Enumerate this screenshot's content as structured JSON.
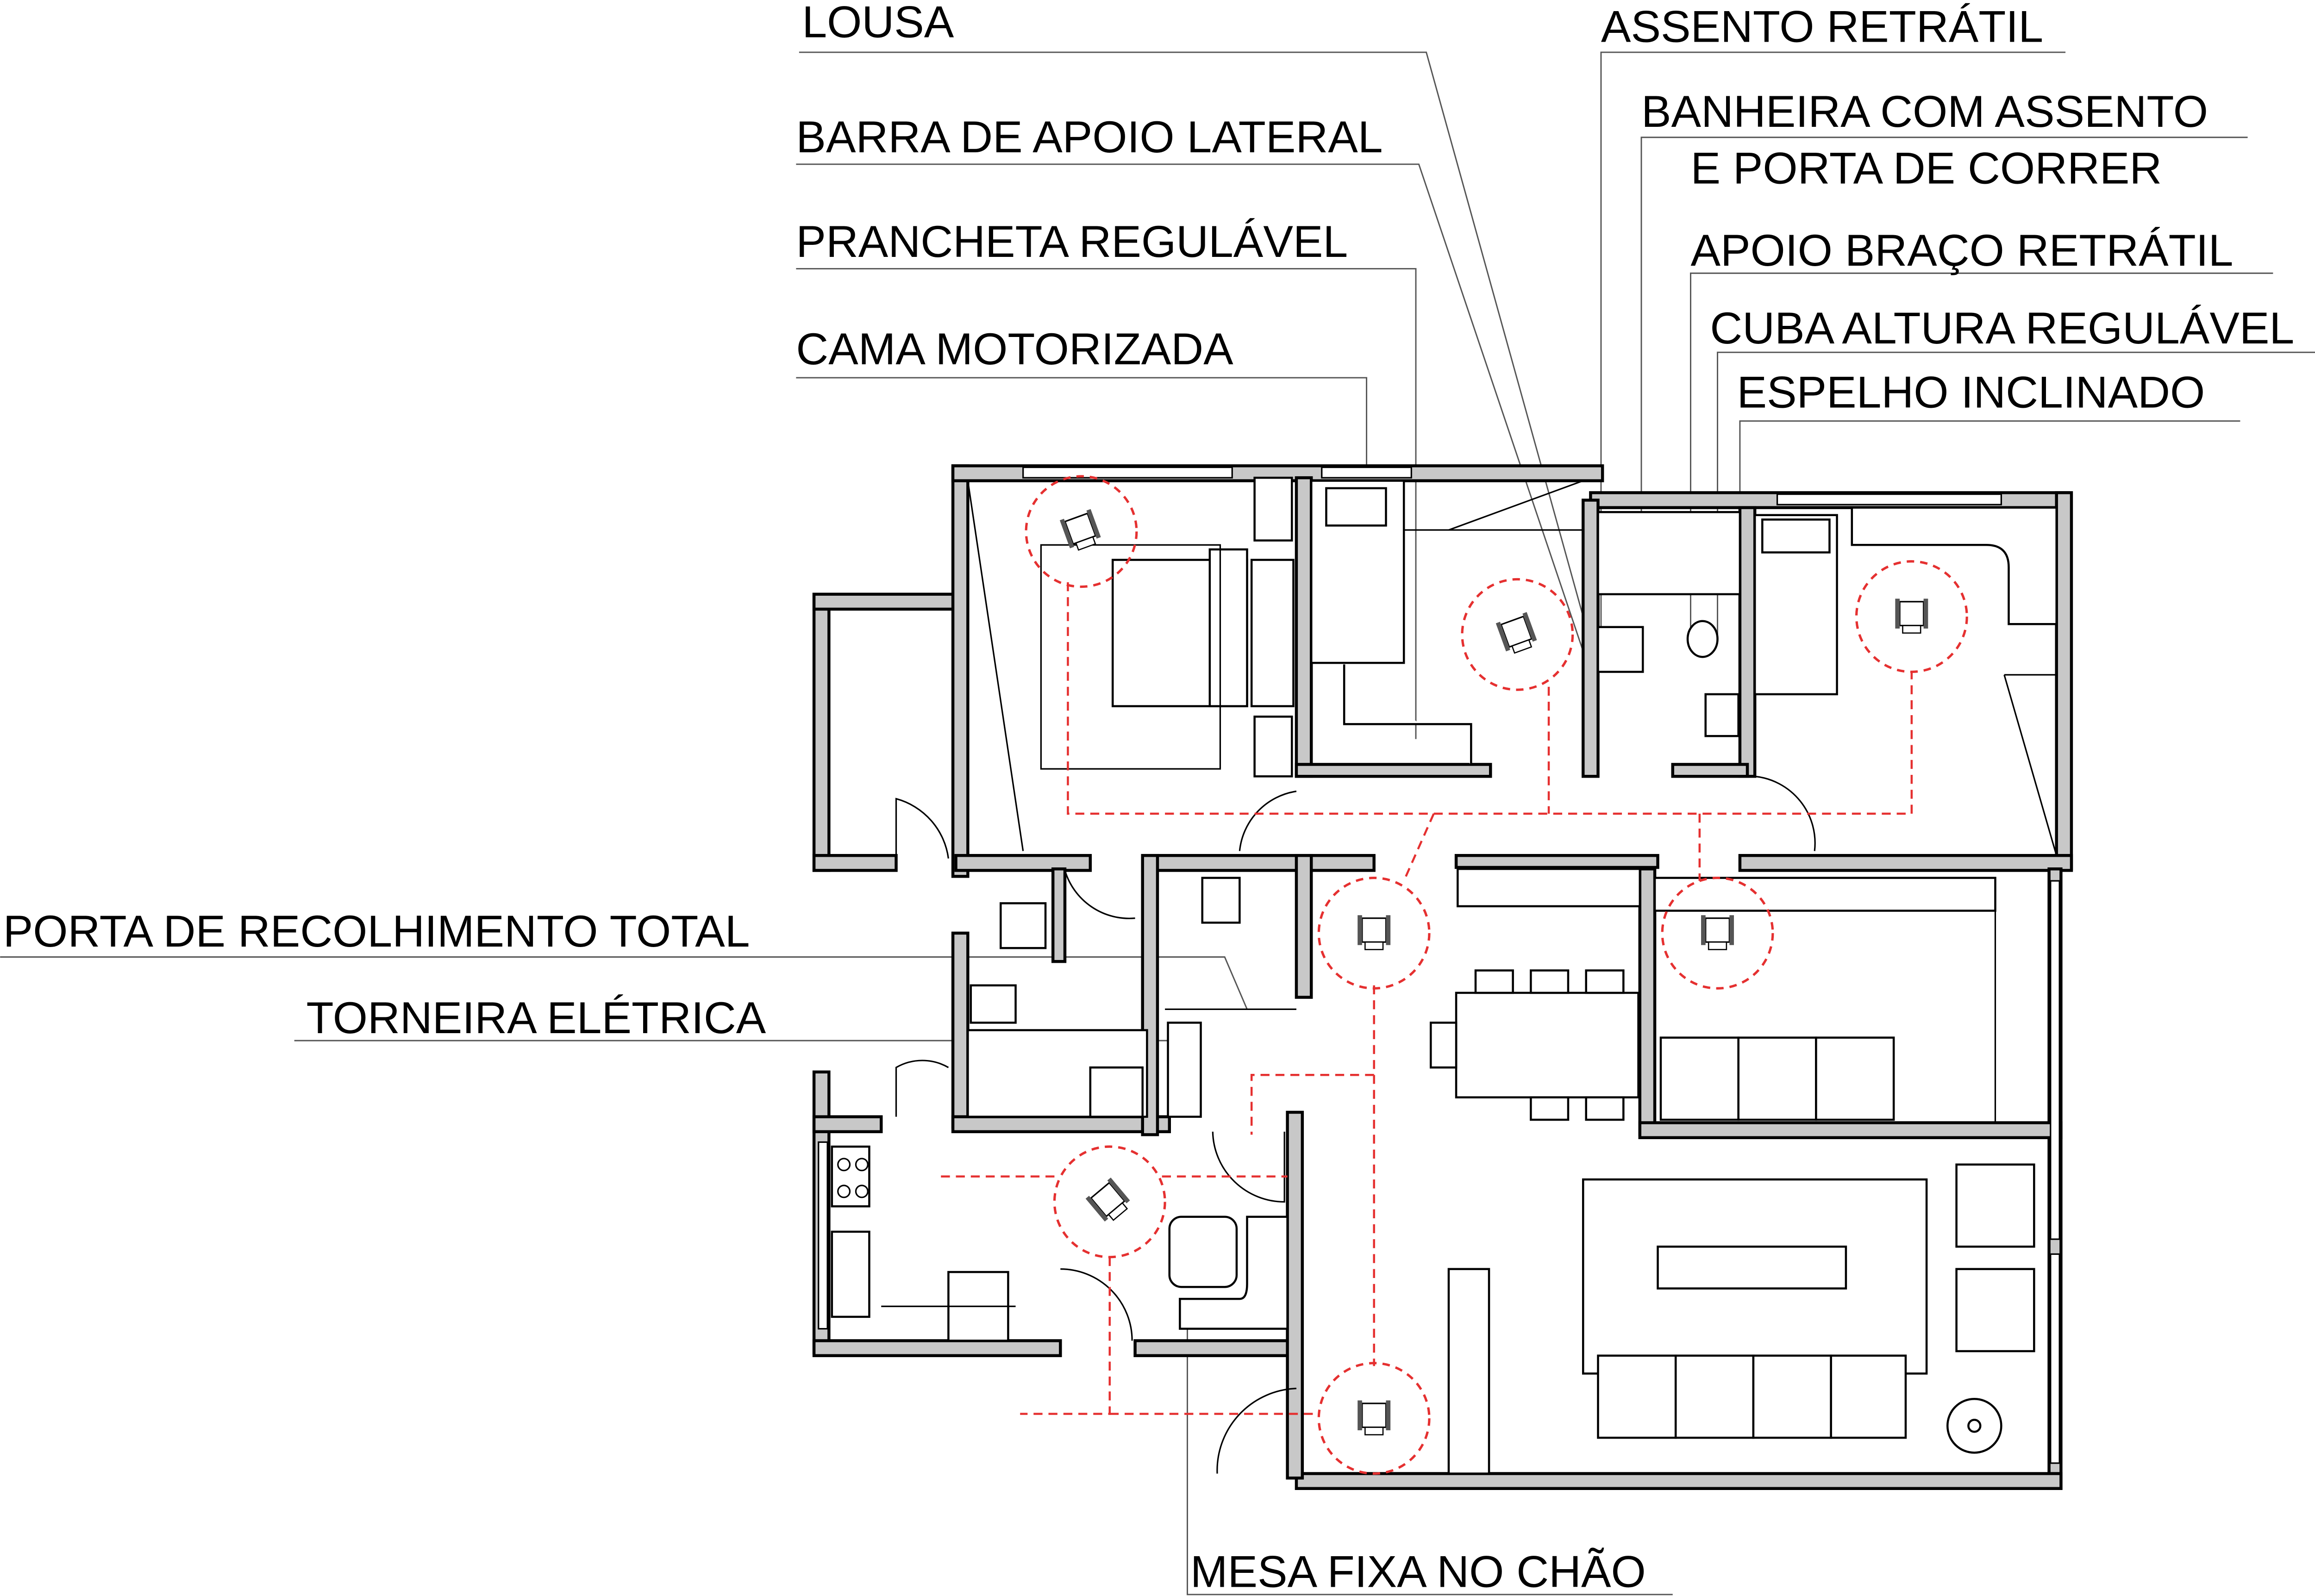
{
  "title": "Planta baixa acessível",
  "labels": {
    "lousa": "LOUSA",
    "barra_apoio": "BARRA DE APOIO LATERAL",
    "prancheta": "PRANCHETA REGULÁVEL",
    "cama": "CAMA MOTORIZADA",
    "assento": "ASSENTO RETRÁTIL",
    "banheira_1": "BANHEIRA COM ASSENTO",
    "banheira_2": "E PORTA DE CORRER",
    "apoio_braco": "APOIO BRAÇO RETRÁTIL",
    "cuba": "CUBA ALTURA REGULÁVEL",
    "espelho": "ESPELHO INCLINADO",
    "porta_recolhimento": "PORTA DE RECOLHIMENTO TOTAL",
    "torneira": "TORNEIRA ELÉTRICA",
    "mesa_fixa": "MESA FIXA NO CHÃO"
  },
  "colors": {
    "route": "#e53030",
    "wall": "#c8c8c8"
  },
  "icons": [
    "wheelchair-icon"
  ]
}
